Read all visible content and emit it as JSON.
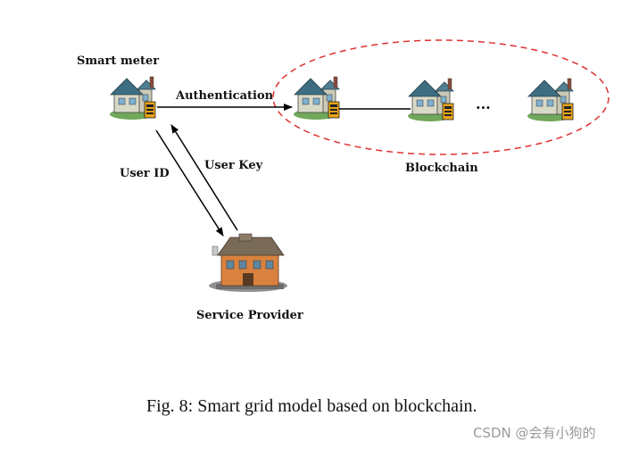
{
  "diagram": {
    "labels": {
      "smart_meter": "Smart meter",
      "authentication": "Authentication",
      "user_id": "User ID",
      "user_key": "User Key",
      "blockchain": "Blockchain",
      "ellipsis": "...",
      "service_provider": "Service Provider"
    },
    "caption": "Fig. 8: Smart grid model based on blockchain.",
    "watermark": "CSDN @会有小狗的",
    "colors": {
      "blockchain_boundary": "#e03030",
      "arrow": "#000000",
      "house_roof": "#3d6d80",
      "house_wall": "#d9d9c8",
      "meter": "#e8a317",
      "provider_wall": "#d9823f",
      "provider_roof": "#7a6a58"
    },
    "icons": [
      "house-meter-icon",
      "service-provider-building-icon"
    ]
  }
}
